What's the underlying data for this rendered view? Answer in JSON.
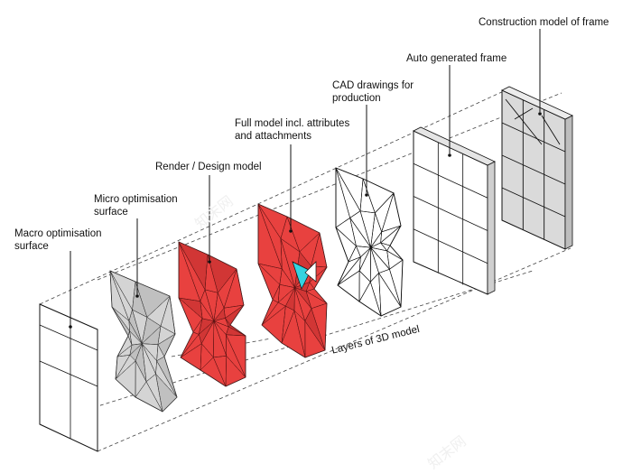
{
  "labels": {
    "macro": "Macro optimisation\nsurface",
    "micro": "Micro optimisation\nsurface",
    "render": "Render / Design model",
    "full": "Full model incl. attributes\nand attachments",
    "cad": "CAD drawings for\nproduction",
    "auto": "Auto generated frame",
    "construction": "Construction model of frame",
    "axis": "Layers of 3D model"
  },
  "watermarks": [
    "知末网",
    "知末网"
  ],
  "colors": {
    "red": "#e8413f",
    "red_dark": "#c42c2b",
    "grey": "#d4d4d4",
    "frame": "#d8d8d8",
    "cyan": "#35d3e0",
    "line": "#111111"
  }
}
